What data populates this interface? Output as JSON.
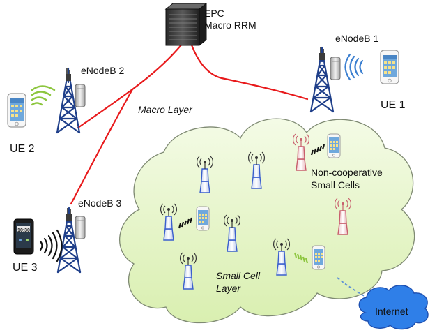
{
  "labels": {
    "epc_line1": "EPC",
    "epc_line2": "Macro RRM",
    "enodeb1": "eNodeB 1",
    "enodeb2": "eNodeB 2",
    "enodeb3": "eNodeB 3",
    "ue1": "UE 1",
    "ue2": "UE 2",
    "ue3": "UE 3",
    "macro_layer": "Macro Layer",
    "noncoop_line1": "Non-cooperative",
    "noncoop_line2": "Small Cells",
    "smallcell_line1": "Small Cell",
    "smallcell_line2": "Layer",
    "internet": "Internet",
    "ue3_clock": "10:30"
  },
  "colors": {
    "backhaul": "#e8191b",
    "cloud_fill": "#e6f5c8",
    "cloud_stroke": "#7f8a73",
    "internet_fill": "#2f7fe8",
    "internet_stroke": "#1d4fb0",
    "small_cell_blue": "#3a5fcd",
    "small_cell_pink": "#d0707c",
    "link_dashed": "#5b8fd6",
    "ue1_waves": "#3b7fd0",
    "ue2_waves": "#8dc63f",
    "ue3_waves": "#111111"
  }
}
